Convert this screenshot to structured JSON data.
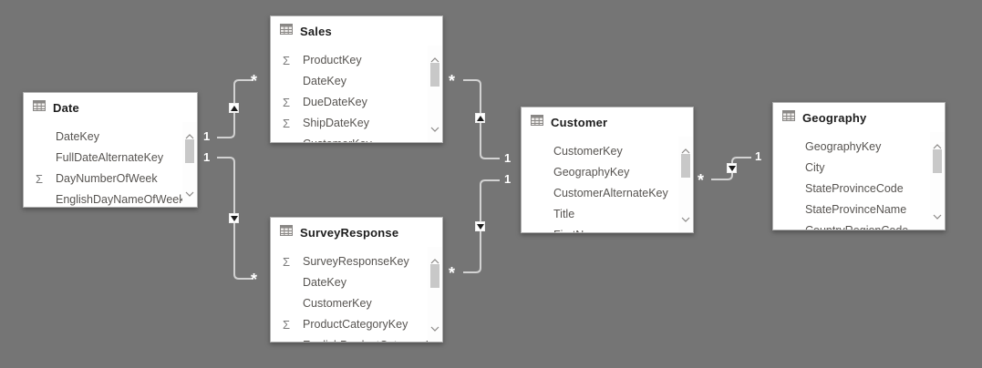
{
  "diagram": {
    "background_color": "#757575",
    "card_color": "#ffffff",
    "connector_color": "#d2d2d2",
    "cardinality_text_color": "#ffffff",
    "field_text_color": "#575451"
  },
  "icons": {
    "table_icon": "table-grid-icon",
    "sum_icon_glyph": "Σ",
    "scroll_up_icon": "chevron-up",
    "scroll_down_icon": "chevron-down"
  },
  "tables": [
    {
      "title": "Date",
      "fields": [
        {
          "label": "DateKey",
          "aggregate": false
        },
        {
          "label": "FullDateAlternateKey",
          "aggregate": false
        },
        {
          "label": "DayNumberOfWeek",
          "aggregate": true
        },
        {
          "label": "EnglishDayNameOfWeek",
          "aggregate": false
        }
      ]
    },
    {
      "title": "Sales",
      "fields": [
        {
          "label": "ProductKey",
          "aggregate": true
        },
        {
          "label": "DateKey",
          "aggregate": false
        },
        {
          "label": "DueDateKey",
          "aggregate": true
        },
        {
          "label": "ShipDateKey",
          "aggregate": true
        },
        {
          "label": "CustomerKey",
          "aggregate": false
        }
      ]
    },
    {
      "title": "SurveyResponse",
      "fields": [
        {
          "label": "SurveyResponseKey",
          "aggregate": true
        },
        {
          "label": "DateKey",
          "aggregate": false
        },
        {
          "label": "CustomerKey",
          "aggregate": false
        },
        {
          "label": "ProductCategoryKey",
          "aggregate": true
        },
        {
          "label": "EnglishProductCategoryName",
          "aggregate": false
        }
      ]
    },
    {
      "title": "Customer",
      "fields": [
        {
          "label": "CustomerKey",
          "aggregate": false
        },
        {
          "label": "GeographyKey",
          "aggregate": false
        },
        {
          "label": "CustomerAlternateKey",
          "aggregate": false
        },
        {
          "label": "Title",
          "aggregate": false
        },
        {
          "label": "FirstName",
          "aggregate": false
        }
      ]
    },
    {
      "title": "Geography",
      "fields": [
        {
          "label": "GeographyKey",
          "aggregate": false
        },
        {
          "label": "City",
          "aggregate": false
        },
        {
          "label": "StateProvinceCode",
          "aggregate": false
        },
        {
          "label": "StateProvinceName",
          "aggregate": false
        },
        {
          "label": "CountryRegionCode",
          "aggregate": false
        }
      ]
    }
  ],
  "relationships": [
    {
      "from": "Date",
      "to": "Sales",
      "one_label": "1",
      "many_label": "*",
      "arrow_direction": "up"
    },
    {
      "from": "Date",
      "to": "SurveyResponse",
      "one_label": "1",
      "many_label": "*",
      "arrow_direction": "down"
    },
    {
      "from": "Customer",
      "to": "Sales",
      "one_label": "1",
      "many_label": "*",
      "arrow_direction": "up"
    },
    {
      "from": "Customer",
      "to": "SurveyResponse",
      "one_label": "1",
      "many_label": "*",
      "arrow_direction": "down"
    },
    {
      "from": "Geography",
      "to": "Customer",
      "one_label": "1",
      "many_label": "*",
      "arrow_direction": "down"
    }
  ]
}
